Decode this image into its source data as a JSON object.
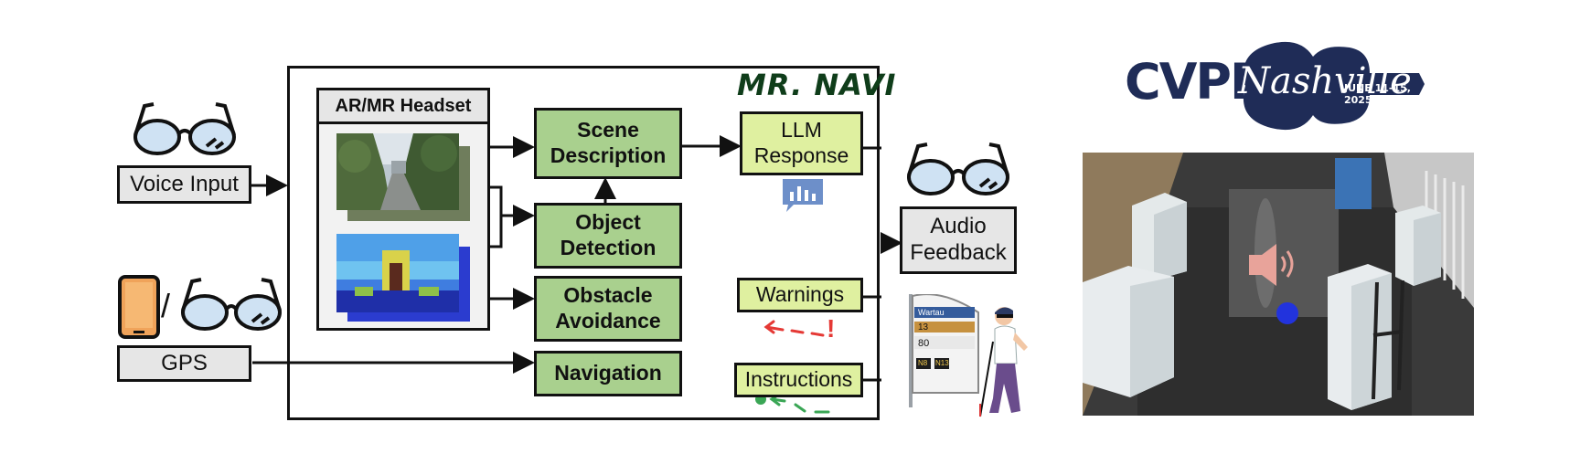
{
  "diagram": {
    "title": "MR. NAVI",
    "headset_label": "AR/MR Headset",
    "inputs": {
      "voice": "Voice Input",
      "gps": "GPS",
      "slash": "/"
    },
    "modules": {
      "scene": "Scene Description",
      "object": "Object Detection",
      "obstacle": "Obstacle Avoidance",
      "navigation": "Navigation"
    },
    "outputs": {
      "llm": "LLM Response",
      "warnings": "Warnings",
      "instructions": "Instructions",
      "audio": "Audio Feedback",
      "warning_mark": "!"
    },
    "sign": {
      "header": "Wartau",
      "row1": "13",
      "row2": "80",
      "row3a": "N8",
      "row3b": "N13"
    }
  },
  "logo": {
    "left": "CVPR",
    "script": "Nashville",
    "dates": "JUNE 11-15, 2025"
  },
  "colors": {
    "module_green": "#a9d08e",
    "output_lime": "#dff0a0",
    "input_gray": "#e6e6e6",
    "logo_navy": "#1f2c57",
    "warning_red": "#e53935",
    "instruction_green": "#3aa655"
  }
}
